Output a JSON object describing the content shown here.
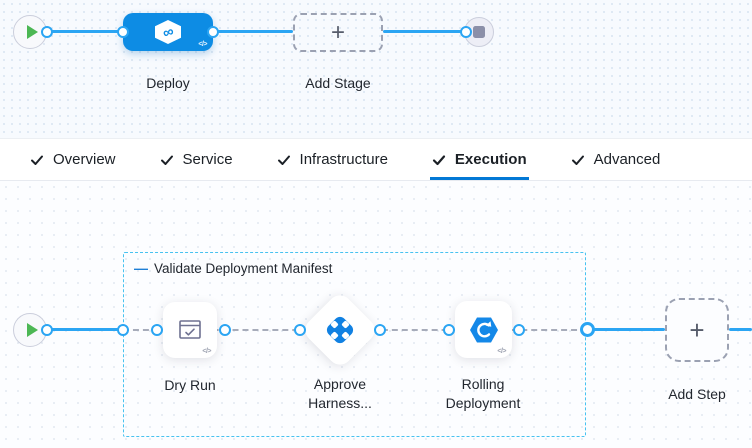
{
  "colors": {
    "accent_blue": "#0D8CE4",
    "line_cyan": "#2BA5F3",
    "icon_blue": "#1181E2",
    "active_tab_underline": "#0278D5",
    "play_green": "#4CB754",
    "stop_gray": "#8B8FA8"
  },
  "icons": {
    "plus": "+",
    "code": "</>",
    "infinity": "∞",
    "collapse_dash": "—"
  },
  "stage_panel": {
    "stage_label": "Deploy",
    "add_stage_label": "Add Stage"
  },
  "tabs": [
    {
      "label": "Overview",
      "checked": true,
      "active": false
    },
    {
      "label": "Service",
      "checked": true,
      "active": false
    },
    {
      "label": "Infrastructure",
      "checked": true,
      "active": false
    },
    {
      "label": "Execution",
      "checked": true,
      "active": true
    },
    {
      "label": "Advanced",
      "checked": true,
      "active": false
    }
  ],
  "execution_panel": {
    "group_label": "Validate Deployment Manifest",
    "steps": [
      {
        "label": [
          "Dry Run"
        ]
      },
      {
        "label": [
          "Approve",
          "Harness..."
        ]
      },
      {
        "label": [
          "Rolling",
          "Deployment"
        ]
      }
    ],
    "add_step_label": "Add Step"
  }
}
